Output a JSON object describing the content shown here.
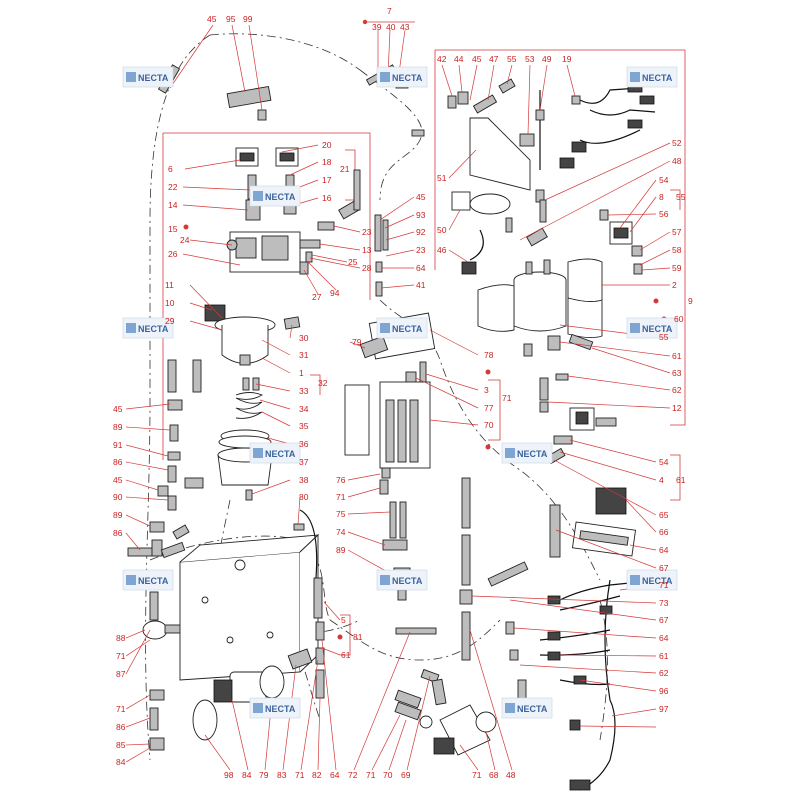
{
  "logos": [
    {
      "text": "NECTA"
    },
    {
      "text": "NECTA"
    },
    {
      "text": "NECTA"
    },
    {
      "text": "NECTA"
    },
    {
      "text": "NECTA"
    },
    {
      "text": "NECTA"
    },
    {
      "text": "NECTA"
    },
    {
      "text": "NECTA"
    },
    {
      "text": "NECTA"
    },
    {
      "text": "NECTA"
    },
    {
      "text": "NECTA"
    },
    {
      "text": "NECTA"
    }
  ],
  "callouts": [
    "45",
    "95",
    "99",
    "7",
    "39",
    "40",
    "43",
    "42",
    "44",
    "45",
    "47",
    "55",
    "53",
    "49",
    "19",
    "20",
    "18",
    "6",
    "21",
    "17",
    "22",
    "16",
    "14",
    "15",
    "24",
    "23",
    "13",
    "26",
    "25",
    "28",
    "27",
    "94",
    "45",
    "93",
    "92",
    "23",
    "64",
    "41",
    "46",
    "50",
    "51",
    "52",
    "48",
    "54",
    "8",
    "55",
    "56",
    "57",
    "58",
    "59",
    "2",
    "9",
    "60",
    "55",
    "61",
    "63",
    "62",
    "12",
    "11",
    "10",
    "29",
    "30",
    "31",
    "1",
    "32",
    "33",
    "34",
    "35",
    "36",
    "37",
    "38",
    "80",
    "79",
    "78",
    "3",
    "71",
    "77",
    "70",
    "76",
    "71",
    "75",
    "74",
    "89",
    "45",
    "89",
    "91",
    "86",
    "45",
    "90",
    "89",
    "86",
    "88",
    "71",
    "87",
    "71",
    "86",
    "85",
    "84",
    "98",
    "84",
    "79",
    "83",
    "71",
    "82",
    "64",
    "5",
    "81",
    "61",
    "72",
    "71",
    "70",
    "69",
    "71",
    "68",
    "48",
    "54",
    "4",
    "61",
    "65",
    "66",
    "64",
    "67",
    "71",
    "73",
    "67",
    "64",
    "61",
    "62",
    "96",
    "97"
  ],
  "legend_dot": "●"
}
